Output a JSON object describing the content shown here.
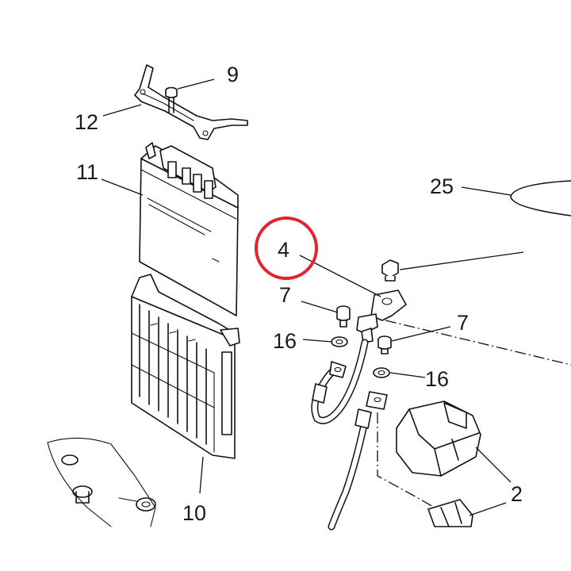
{
  "callouts": [
    {
      "id": "9",
      "text": "9"
    },
    {
      "id": "12",
      "text": "12"
    },
    {
      "id": "11",
      "text": "11"
    },
    {
      "id": "25",
      "text": "25"
    },
    {
      "id": "4",
      "text": "4"
    },
    {
      "id": "7a",
      "text": "7"
    },
    {
      "id": "7b",
      "text": "7"
    },
    {
      "id": "16a",
      "text": "16"
    },
    {
      "id": "16b",
      "text": "16"
    },
    {
      "id": "2",
      "text": "2"
    },
    {
      "id": "10",
      "text": "10"
    }
  ],
  "highlight": {
    "target": "4",
    "color": "#e0252b"
  }
}
